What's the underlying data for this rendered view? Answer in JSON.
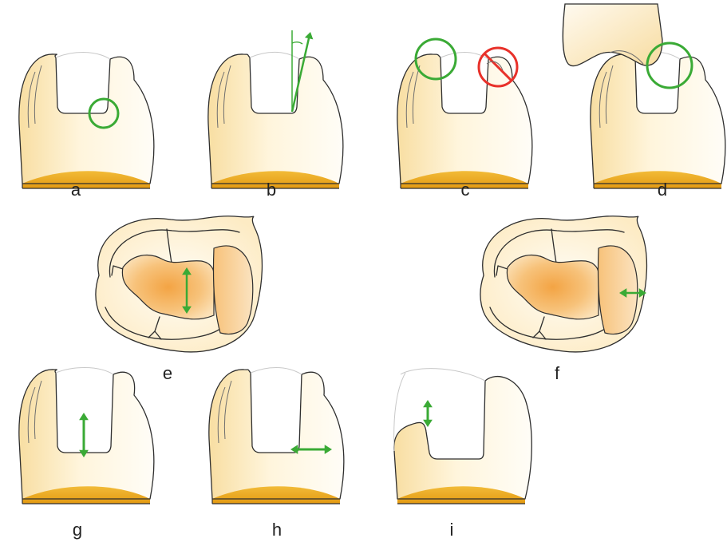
{
  "figure": {
    "panel_labels": [
      "a",
      "b",
      "c",
      "d",
      "e",
      "f",
      "g",
      "h",
      "i"
    ]
  },
  "colors": {
    "enamel_light": "#fffaf0",
    "enamel_warm": "#f8dea2",
    "pulp_floor": "#e8a91f",
    "cavity_core": "#f3a444",
    "ok_marker": "#3aaa35",
    "not_ok_marker": "#e8312a",
    "outline": "#2e2e2e"
  },
  "markers": {
    "a": "green-circle",
    "b": "green-angle-arrow",
    "c": [
      "green-circle",
      "red-prohibition-sign"
    ],
    "d": "green-circle",
    "e": "green-vertical-double-arrow",
    "f": "green-horizontal-double-arrow",
    "g": "green-vertical-double-arrow",
    "h": "green-horizontal-double-arrow",
    "i": "green-vertical-double-arrow"
  }
}
